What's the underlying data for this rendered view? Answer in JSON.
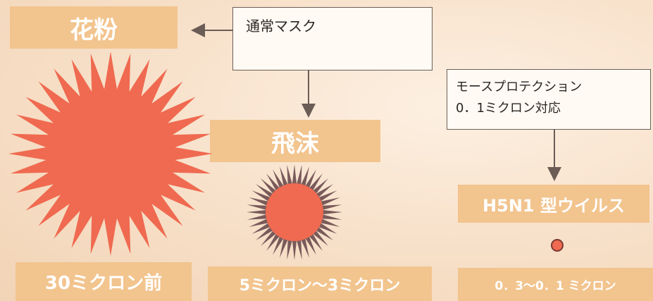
{
  "labels": {
    "pollen": "花粉",
    "droplet": "飛沫",
    "virus": "H5N1 型ウイルス",
    "pollen_size": "30ミクロン前",
    "droplet_size": "5ミクロン～3ミクロン",
    "virus_size": "0．3～0．1 ミクロン"
  },
  "boxes": {
    "normal_mask": "通常マスク",
    "moth_line1": "モースプロテクション",
    "moth_line2": "0．1ミクロン対応"
  },
  "colors": {
    "label_bg": "#f2c48e",
    "particle_fill": "#ef6a50",
    "droplet_spikes": "#7a5a5a",
    "arrow": "#6b5c56"
  }
}
